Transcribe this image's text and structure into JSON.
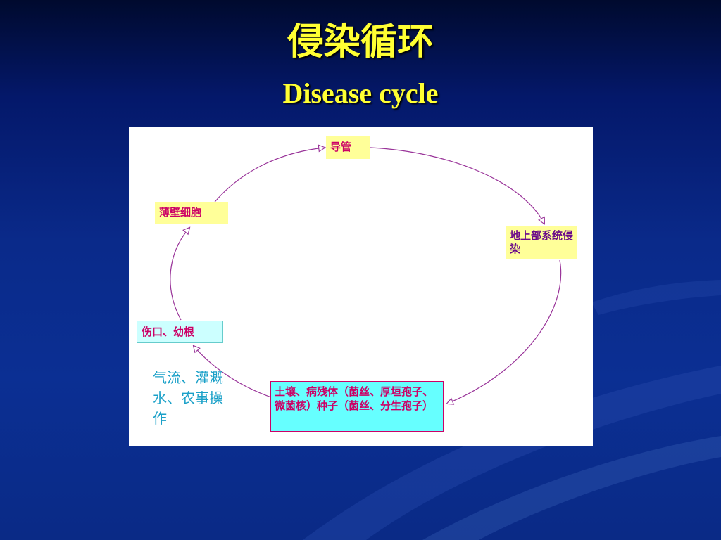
{
  "slide": {
    "title_cn": "侵染循环",
    "title_en": "Disease cycle"
  },
  "diagram": {
    "nodes": {
      "vessel": "导管",
      "parenchyma": "薄壁细胞",
      "aerial": "地上部系统侵染",
      "wound": "伤口、幼根",
      "source": "土壤、病残体（菌丝、厚垣孢子、微菌核）种子（菌丝、分生孢子）"
    },
    "spread_note": "气流、灌溉水、农事操作"
  },
  "colors": {
    "title": "#ffff33",
    "yellow_box": "#ffff99",
    "cyan_box": "#66ffff",
    "label_text": "#cc0066",
    "arrow": "#993399",
    "note": "#1aa0c8"
  }
}
